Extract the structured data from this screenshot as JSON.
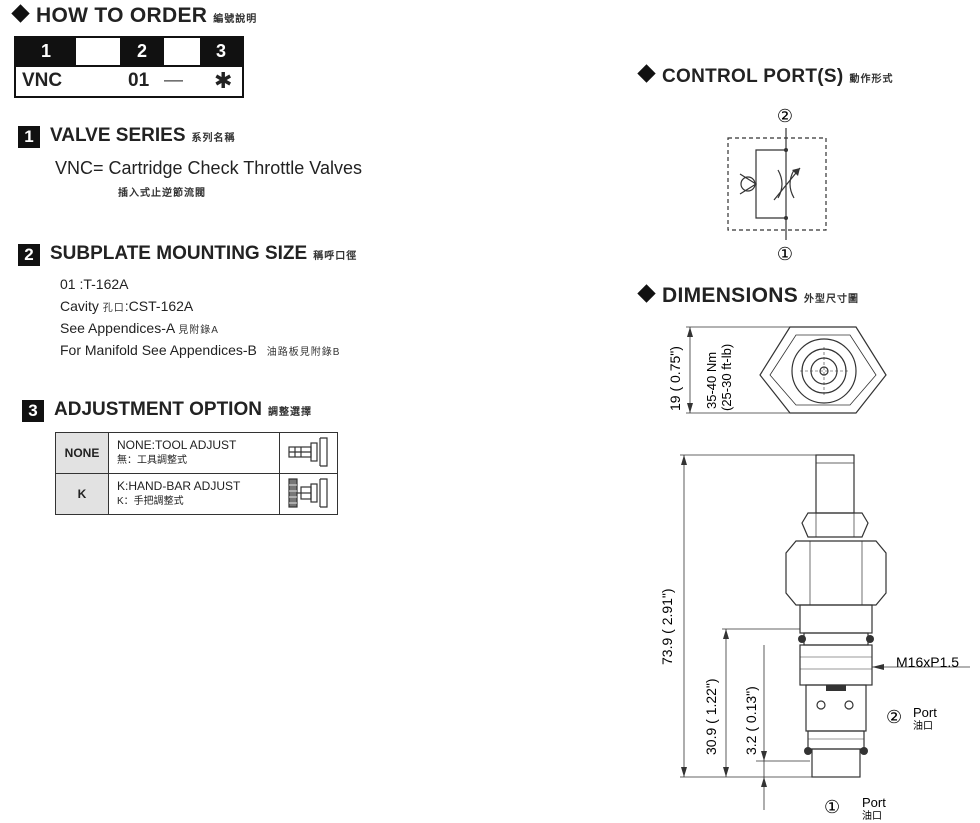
{
  "header": {
    "title": "HOW TO  ORDER",
    "title_cn": "編號說明"
  },
  "order_code": {
    "positions": [
      "1",
      "2",
      "3"
    ],
    "series": "VNC",
    "size": "01",
    "separator": "—",
    "option": "✱"
  },
  "sections": {
    "valve_series": {
      "num": "1",
      "title": "VALVE SERIES",
      "title_cn": "系列名稱",
      "line": "VNC= Cartridge Check Throttle Valves",
      "line_cn": "插入式止逆節流閥"
    },
    "subplate": {
      "num": "2",
      "title": "SUBPLATE MOUNTING SIZE",
      "title_cn": "稱呼口徑",
      "line1": "01 :T-162A",
      "line2_a": "Cavity",
      "line2_cn": "孔口",
      "line2_b": ":CST-162A",
      "line3": "See Appendices-A",
      "line3_cn": "見附錄A",
      "line4": "For Manifold See Appendices-B",
      "line4_cn": "油路板見附錄B"
    },
    "adjustment": {
      "num": "3",
      "title": "ADJUSTMENT OPTION",
      "title_cn": "調整選擇",
      "rows": [
        {
          "key": "NONE",
          "desc": "NONE:TOOL ADJUST",
          "desc_cn": "無：工具調整式",
          "icon": "tool-adjust-icon"
        },
        {
          "key": "K",
          "desc": "K:HAND-BAR ADJUST",
          "desc_cn": "K：手把調整式",
          "icon": "hand-bar-adjust-icon"
        }
      ]
    }
  },
  "control_port": {
    "title": "CONTROL PORT(S)",
    "title_cn": "動作形式",
    "port_top": "②",
    "port_bottom": "①"
  },
  "dimensions": {
    "title": "DIMENSIONS",
    "title_cn": "外型尺寸圖",
    "hex_dim": "19 ( 0.75\")",
    "torque_nm": "35-40 Nm",
    "torque_ftlb": "(25-30 ft-lb)",
    "total_length": "73.9 ( 2.91\")",
    "thread_length": "30.9 ( 1.22\")",
    "tip_length": "3.2 ( 0.13\")",
    "thread": "M16xP1.5",
    "port2_num": "②",
    "port2_label": "Port",
    "port2_cn": "油口",
    "port1_num": "①",
    "port1_label": "Port",
    "port1_cn": "油口"
  }
}
